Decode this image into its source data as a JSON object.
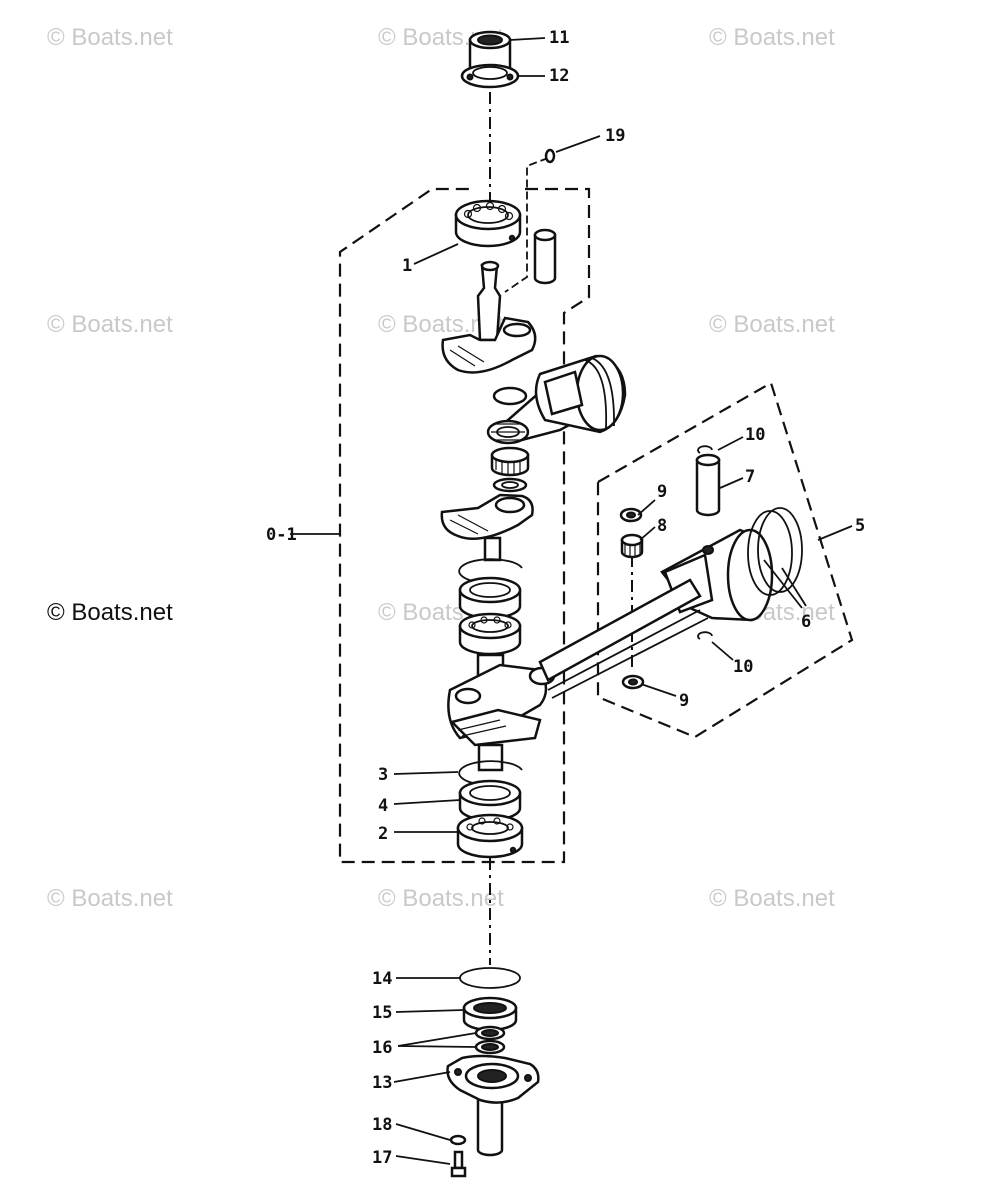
{
  "watermark": {
    "faint_text": "© Boats.net",
    "dark_text": "© Boats.net"
  },
  "callouts": {
    "c1": "1",
    "c2": "2",
    "c3": "3",
    "c4": "4",
    "c5": "5",
    "c6": "6",
    "c7": "7",
    "c8": "8",
    "c9a": "9",
    "c9b": "9",
    "c10a": "10",
    "c10b": "10",
    "c11": "11",
    "c12": "12",
    "c13": "13",
    "c14": "14",
    "c15": "15",
    "c16": "16",
    "c17": "17",
    "c18": "18",
    "c19": "19",
    "c01": "0-1"
  }
}
